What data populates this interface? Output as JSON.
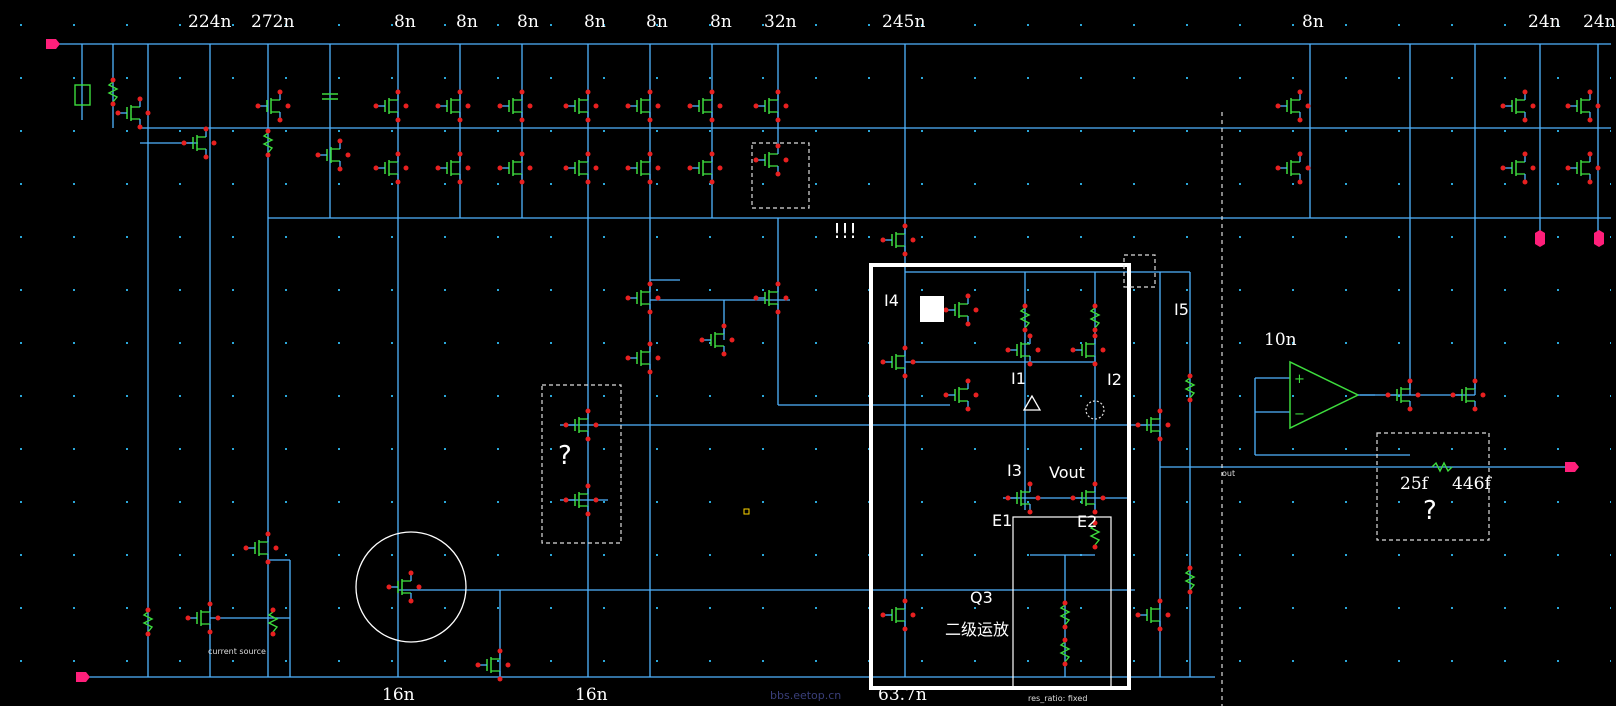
{
  "schematic": {
    "top_size_labels": [
      "224n",
      "272n",
      "8n",
      "8n",
      "8n",
      "8n",
      "8n",
      "8n",
      "32n",
      "245n",
      "8n",
      "24n",
      "24n"
    ],
    "bottom_size_labels": [
      "16n",
      "16n",
      "63.7n"
    ],
    "opamp_label": "10n",
    "rc_labels": [
      "25f",
      "446f"
    ],
    "source_label": "current source",
    "res_label": "res_ratio: fixed",
    "out_pin_label": "out",
    "annotations": {
      "excl": "!!!",
      "question_left": "?",
      "question_right": "?",
      "i1": "I1",
      "i2": "I2",
      "i3": "I3",
      "i4": "I4",
      "i5": "I5",
      "vout": "Vout",
      "e1": "E1",
      "e2": "E2",
      "q3": "Q3",
      "two_stage": "二级运放"
    },
    "watermark": "bbs.eetop.cn",
    "colors": {
      "background": "#000000",
      "wire": "#4fb4ff",
      "device": "#3ddc3d",
      "pin": "#e82020",
      "port": "#ff1f7a",
      "highlight_box": "#ffffff",
      "dashed_box": "#dddddd"
    }
  }
}
